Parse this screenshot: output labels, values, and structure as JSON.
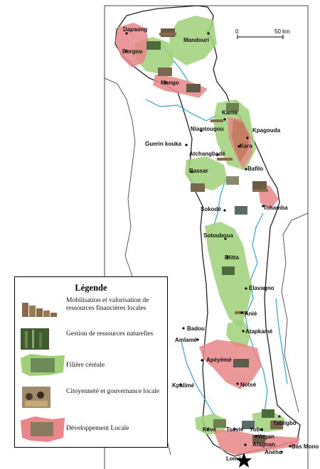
{
  "map": {
    "scale": {
      "start": "0",
      "end": "50 km"
    },
    "cities": [
      {
        "name": "Dapaong"
      },
      {
        "name": "Borgou"
      },
      {
        "name": "Mandouri"
      },
      {
        "name": "Mango"
      },
      {
        "name": "Kanté"
      },
      {
        "name": "Niamtougou"
      },
      {
        "name": "Kpagouda"
      },
      {
        "name": "Guerin kouka"
      },
      {
        "name": "Kara"
      },
      {
        "name": "Atchangbadé"
      },
      {
        "name": "Bafilo"
      },
      {
        "name": "Bassar"
      },
      {
        "name": "Sokodé"
      },
      {
        "name": "Tchamba"
      },
      {
        "name": "Sotouboua"
      },
      {
        "name": "Blitta"
      },
      {
        "name": "Elavagno"
      },
      {
        "name": "Anié"
      },
      {
        "name": "Badou"
      },
      {
        "name": "Atapkamé"
      },
      {
        "name": "Amlamé"
      },
      {
        "name": "Apéyémé"
      },
      {
        "name": "Notsé"
      },
      {
        "name": "Kpalimé"
      },
      {
        "name": "Tabligbo"
      },
      {
        "name": "Kévé"
      },
      {
        "name": "Tsévié"
      },
      {
        "name": "Yobo"
      },
      {
        "name": "Vogan"
      },
      {
        "name": "Afagnan"
      },
      {
        "name": "Bas Mono"
      },
      {
        "name": "Aného"
      },
      {
        "name": "Lomé"
      }
    ]
  },
  "legend": {
    "title": "Légende",
    "items": [
      {
        "key": "financial",
        "label": "Mobilisation et valorisation de ressources financières locales",
        "icon": "coin-stack-icon"
      },
      {
        "key": "natural",
        "label": "Gestion de ressources naturelles",
        "icon": "forest-photo-icon"
      },
      {
        "key": "cereal",
        "label": "Filière céréale",
        "icon": "cereal-photo-icon"
      },
      {
        "key": "governance",
        "label": "Citoyenneté et gouvernance locale",
        "icon": "meeting-photo-icon"
      },
      {
        "key": "development",
        "label": "Développement Locale",
        "icon": "development-photo-icon"
      }
    ]
  },
  "colors": {
    "green_zone": "#9fd078",
    "red_zone": "#e8868a",
    "river": "#3aa0d0",
    "border": "#222222",
    "brown_zone": "#b87850",
    "capital_star": "#000000"
  }
}
